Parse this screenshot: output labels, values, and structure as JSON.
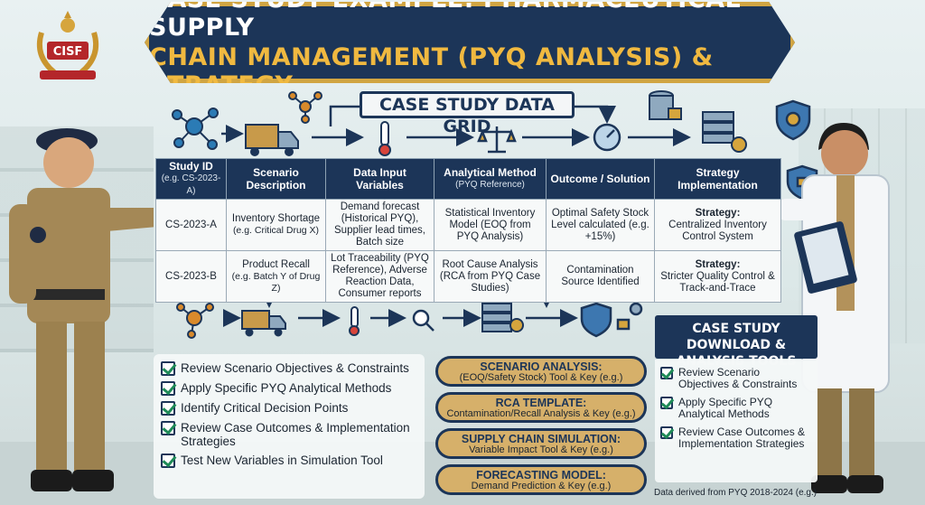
{
  "header": {
    "logo_text": "CISF",
    "title_line1": "CASE STUDY EXAMPLE: PHARMACEUTICAL SUPPLY",
    "title_line2": "CHAIN MANAGEMENT (PYQ ANALYSIS) & STRATEGY"
  },
  "grid": {
    "label": "CASE STUDY DATA GRID",
    "columns": [
      {
        "label": "Study ID",
        "sub": "(e.g. CS-2023-A)"
      },
      {
        "label": "Scenario Description",
        "sub": ""
      },
      {
        "label": "Data Input Variables",
        "sub": ""
      },
      {
        "label": "Analytical Method",
        "sub": "(PYQ Reference)"
      },
      {
        "label": "Outcome / Solution",
        "sub": ""
      },
      {
        "label": "Strategy Implementation",
        "sub": ""
      }
    ],
    "rows": [
      {
        "study_id": "CS-2023-A",
        "scenario": "Inventory Shortage",
        "scenario_sub": "(e.g. Critical Drug X)",
        "inputs": "Demand forecast (Historical PYQ), Supplier lead times, Batch size",
        "method": "Statistical Inventory Model (EOQ from PYQ Analysis)",
        "outcome": "Optimal Safety Stock Level calculated (e.g. +15%)",
        "strategy_label": "Strategy:",
        "strategy": "Centralized Inventory Control System"
      },
      {
        "study_id": "CS-2023-B",
        "scenario": "Product Recall",
        "scenario_sub": "(e.g. Batch Y of Drug Z)",
        "inputs": "Lot Traceability (PYQ Reference), Adverse Reaction Data, Consumer reports",
        "method": "Root Cause Analysis (RCA from PYQ Case Studies)",
        "outcome": "Contamination Source Identified",
        "strategy_label": "Strategy:",
        "strategy": "Stricter Quality Control & Track-and-Trace"
      }
    ]
  },
  "checklist": [
    "Review Scenario Objectives & Constraints",
    "Apply Specific PYQ Analytical Methods",
    "Identify Critical Decision Points",
    "Review Case Outcomes & Implementation Strategies",
    "Test New Variables in Simulation Tool"
  ],
  "tools": [
    {
      "title": "SCENARIO ANALYSIS:",
      "sub": "(EOQ/Safety Stock) Tool & Key (e.g.)"
    },
    {
      "title": "RCA TEMPLATE:",
      "sub": "Contamination/Recall Analysis & Key (e.g.)"
    },
    {
      "title": "SUPPLY CHAIN SIMULATION:",
      "sub": "Variable Impact Tool & Key (e.g.)"
    },
    {
      "title": "FORECASTING MODEL:",
      "sub": "Demand Prediction & Key (e.g.)"
    }
  ],
  "download": {
    "title": "CASE STUDY DOWNLOAD & ANALYSIS TOOLS",
    "items": [
      "Review Scenario Objectives & Constraints",
      "Apply Specific PYQ Analytical Methods",
      "Review Case Outcomes & Implementation Strategies"
    ]
  },
  "footnote": "Data derived from PYQ 2018-2024 (e.g.)",
  "colors": {
    "navy": "#1c3558",
    "gold": "#d1a542",
    "tool_fill": "#d6b06a",
    "check_green": "#1e8a57"
  }
}
